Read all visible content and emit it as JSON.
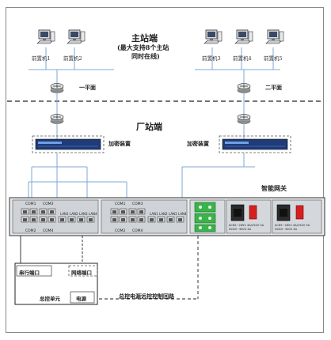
{
  "master_station": {
    "title": "主站端",
    "note_line1": "(最大支持8个主站",
    "note_line2": "同时在线)",
    "computers": [
      "前置机1",
      "前置机2",
      "前置机3",
      "前置机4",
      "前置机5"
    ],
    "plane_left": "一平面",
    "plane_right": "二平面"
  },
  "plant_station": {
    "title": "厂站端",
    "encryption_left": "加密装置",
    "encryption_right": "加密装置",
    "gateway_label": "智能网关",
    "port_labels_top": [
      "COM1",
      "COM3"
    ],
    "port_labels_bottom": [
      "COM2",
      "COM4"
    ],
    "lan_labels": [
      "LAN1",
      "LAN2",
      "LAN3",
      "LAN4"
    ],
    "psu_text_line1": "AC85~265V  4A/250V  5A",
    "psu_text_line2": "DC80~300V  4A"
  },
  "control_unit": {
    "serial_port": "串行端口",
    "network_port": "网络端口",
    "unit_label": "总控单元",
    "power_label": "电源",
    "loop_label": "总控电源远控控制回路"
  }
}
